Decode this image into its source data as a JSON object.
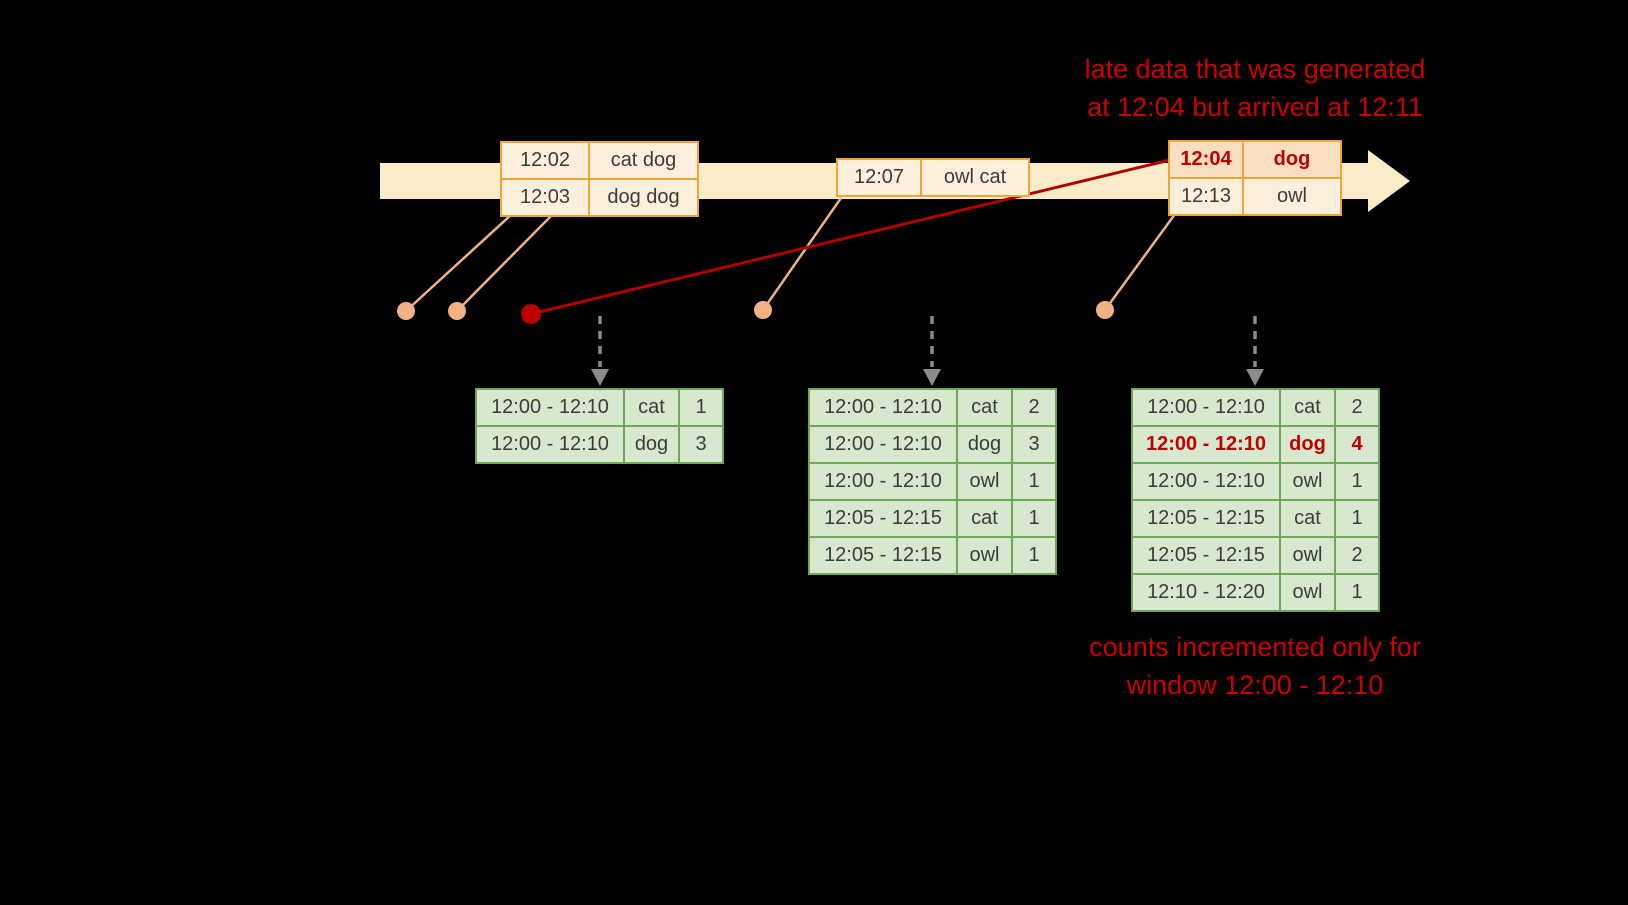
{
  "colors": {
    "background": "#000000",
    "timeline_band": "#FAECC8",
    "input_border": "#EFA636",
    "input_fill": "#FCF0DC",
    "input_late_fill": "#F9DFBF",
    "table_border": "#6CA957",
    "table_fill": "#D7E8CF",
    "connector_orange": "#F0B183",
    "late_line_red": "#B00000",
    "annotation_red": "#CC0000",
    "highlight_red": "#C00000",
    "dashed_arrow_gray": "#8C8C8C",
    "cell_text": "#3B3B3B"
  },
  "annotations": {
    "late_data_line1": "late data that was generated",
    "late_data_line2": "at 12:04 but arrived at 12:11",
    "counts_line1": "counts incremented only for",
    "counts_line2": "window 12:00 - 12:10"
  },
  "input_events": {
    "group1": {
      "rows": [
        {
          "time": "12:02",
          "words": "cat dog"
        },
        {
          "time": "12:03",
          "words": "dog dog"
        }
      ]
    },
    "group2": {
      "rows": [
        {
          "time": "12:07",
          "words": "owl cat"
        }
      ]
    },
    "group3": {
      "rows": [
        {
          "time": "12:04",
          "words": "dog",
          "late": true
        },
        {
          "time": "12:13",
          "words": "owl"
        }
      ]
    }
  },
  "result_tables": [
    {
      "highlight_row": -1,
      "rows": [
        [
          "12:00 - 12:10",
          "cat",
          "1"
        ],
        [
          "12:00 - 12:10",
          "dog",
          "3"
        ]
      ]
    },
    {
      "highlight_row": -1,
      "rows": [
        [
          "12:00 - 12:10",
          "cat",
          "2"
        ],
        [
          "12:00 - 12:10",
          "dog",
          "3"
        ],
        [
          "12:00 - 12:10",
          "owl",
          "1"
        ],
        [
          "12:05 - 12:15",
          "cat",
          "1"
        ],
        [
          "12:05 - 12:15",
          "owl",
          "1"
        ]
      ]
    },
    {
      "highlight_row": 1,
      "rows": [
        [
          "12:00 - 12:10",
          "cat",
          "2"
        ],
        [
          "12:00 - 12:10",
          "dog",
          "4"
        ],
        [
          "12:00 - 12:10",
          "owl",
          "1"
        ],
        [
          "12:05 - 12:15",
          "cat",
          "1"
        ],
        [
          "12:05 - 12:15",
          "owl",
          "2"
        ],
        [
          "12:10 - 12:20",
          "owl",
          "1"
        ]
      ]
    }
  ]
}
